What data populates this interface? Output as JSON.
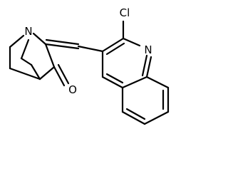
{
  "molecule": {
    "atoms": {
      "n_bridgehead": "N",
      "oxygen": "O",
      "chlorine": "Cl",
      "n_quinoline": "N"
    }
  },
  "colors": {
    "bond": "#000000",
    "label": "#000000",
    "background": "#ffffff"
  }
}
